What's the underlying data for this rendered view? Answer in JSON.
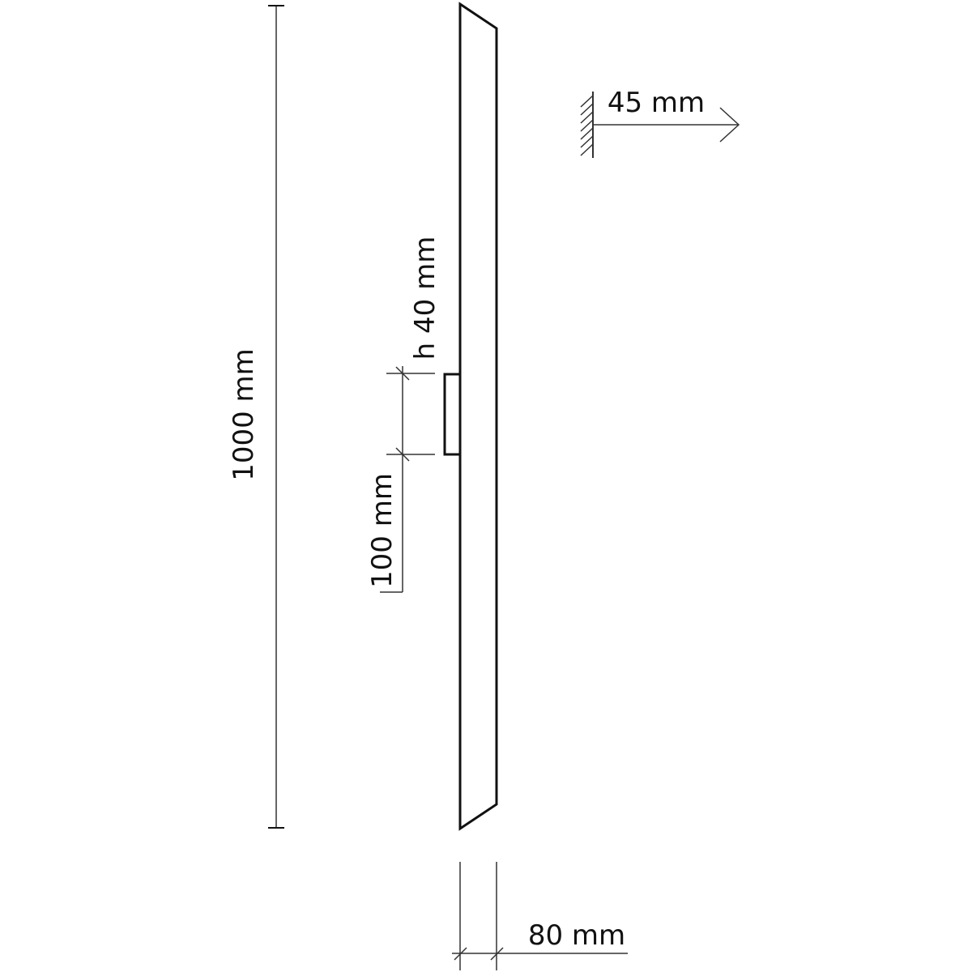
{
  "diagram": {
    "colors": {
      "line": "#111111",
      "dimension": "#333333",
      "background": "#ffffff"
    },
    "labels": {
      "height": "1000 mm",
      "bracket_offset": "100 mm",
      "bracket_height": "h 40 mm",
      "projection": "45 mm",
      "width": "80 mm"
    }
  }
}
